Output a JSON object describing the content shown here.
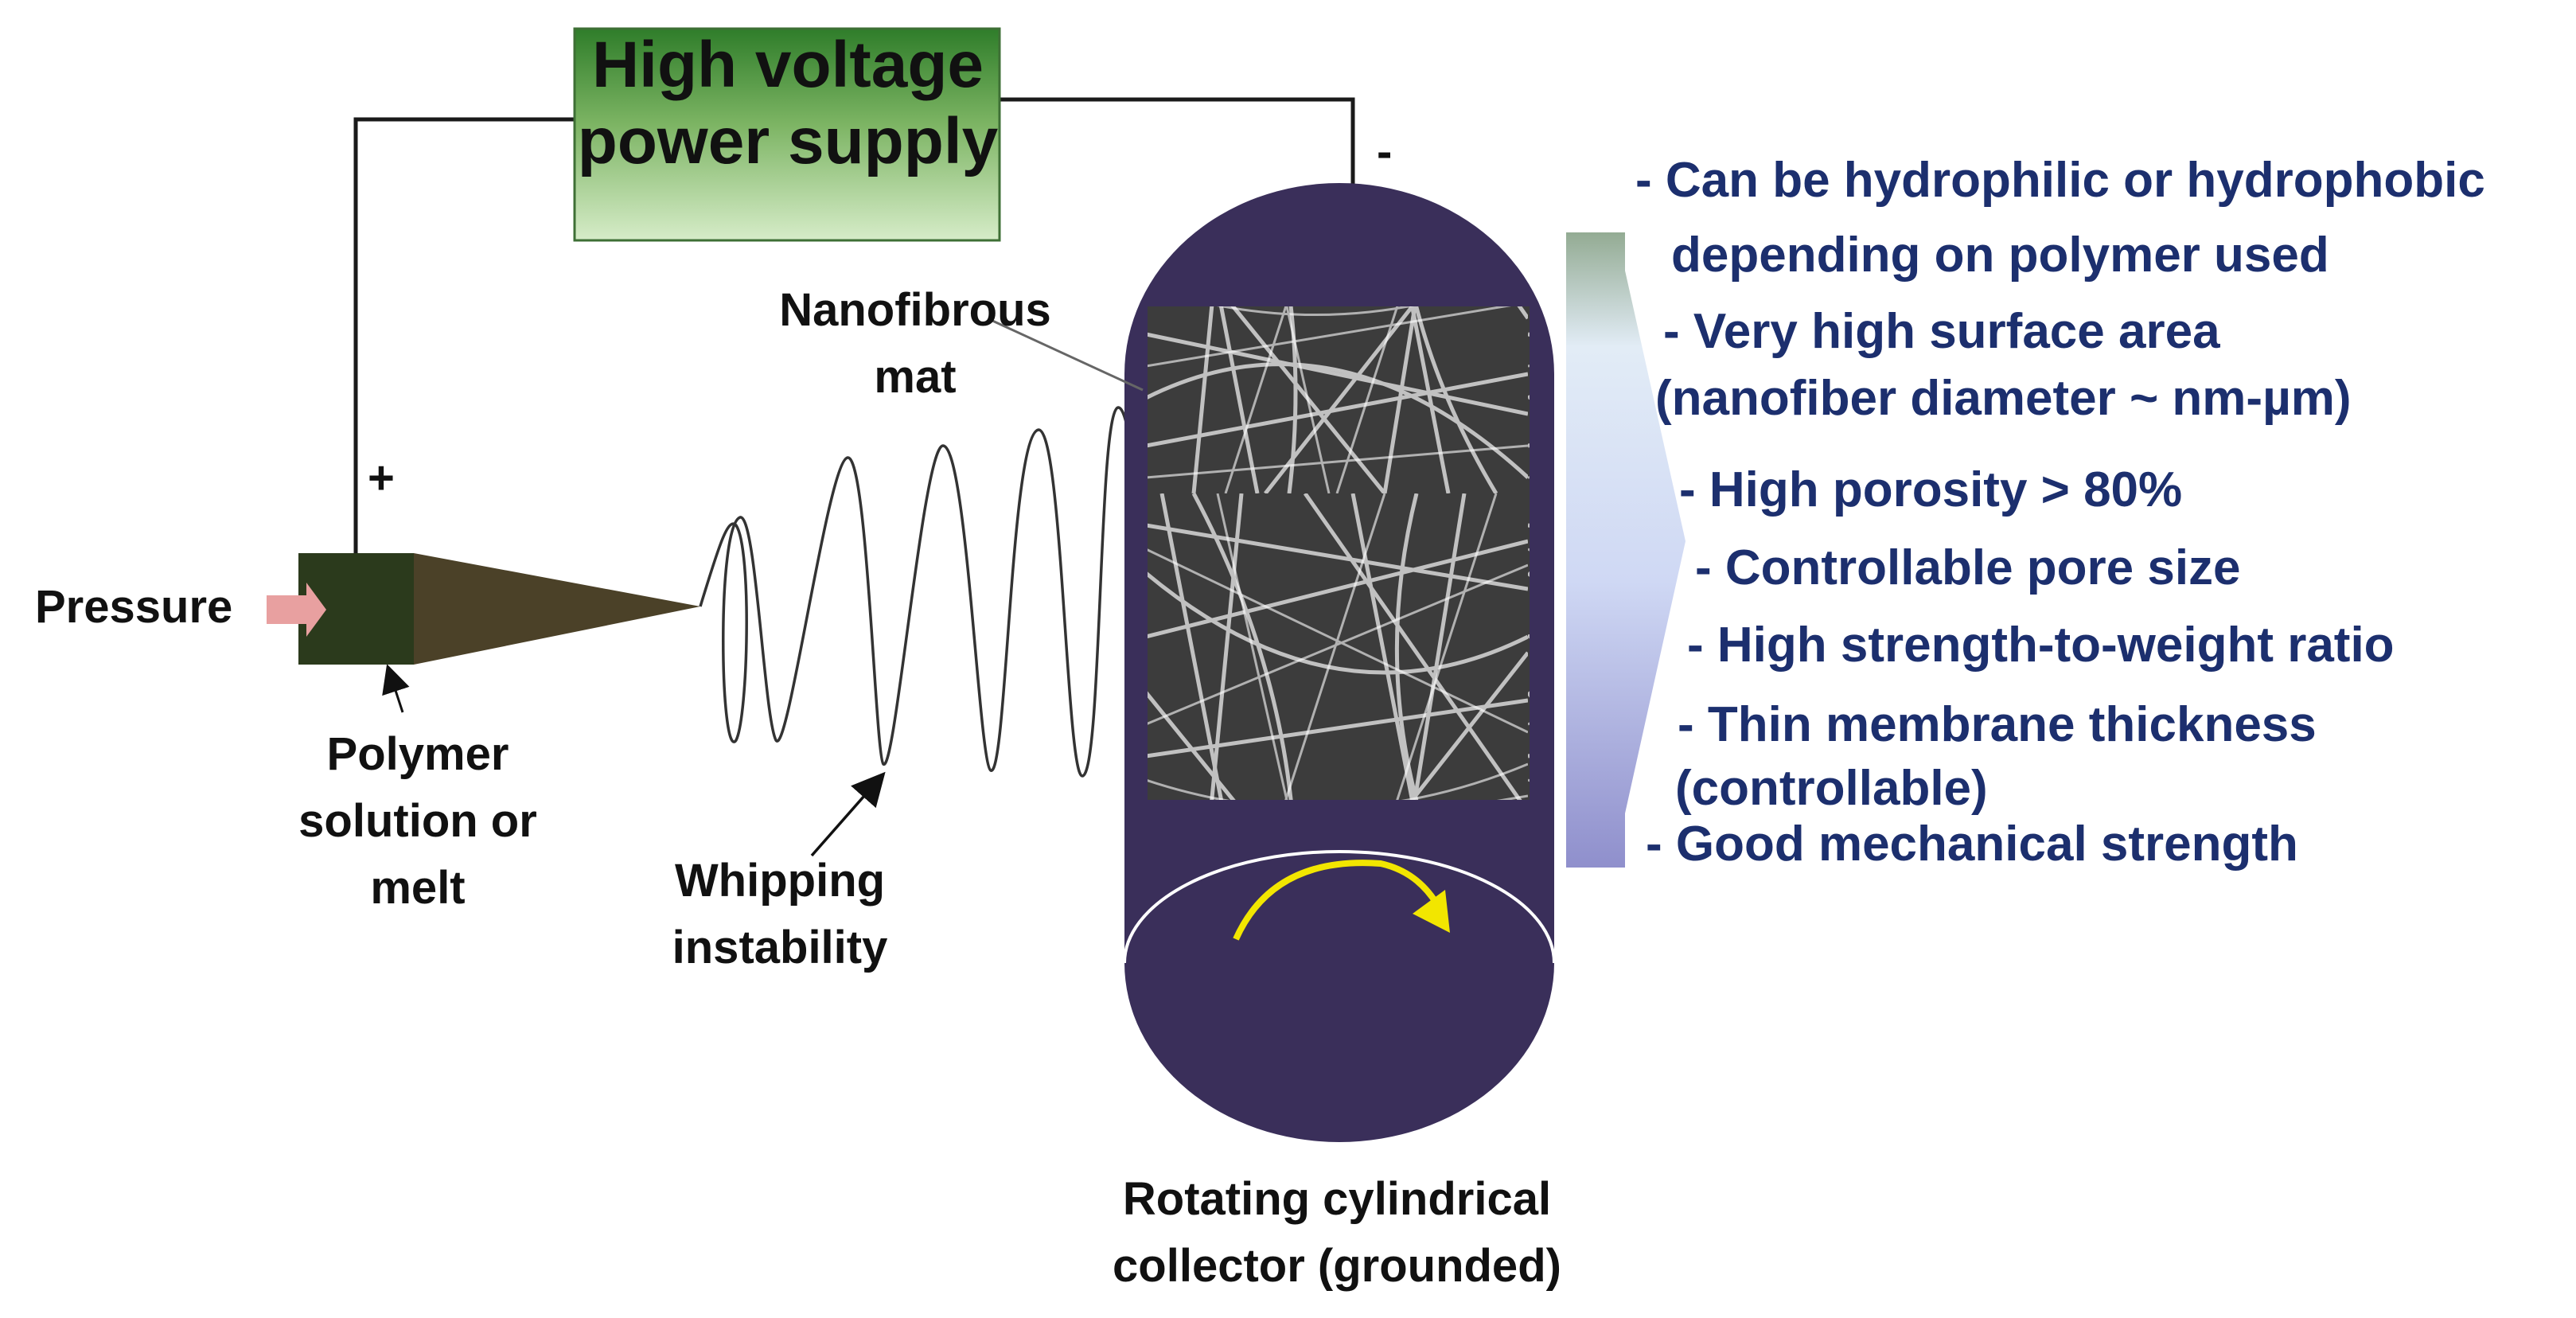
{
  "power_supply": {
    "line1": "High voltage",
    "line2": "power supply"
  },
  "polarity": {
    "positive": "+",
    "negative": "-"
  },
  "labels": {
    "pressure": "Pressure",
    "polymer_line1": "Polymer",
    "polymer_line2": "solution or",
    "polymer_line3": "melt",
    "whipping_line1": "Whipping",
    "whipping_line2": "instability",
    "mat_line1": "Nanofibrous",
    "mat_line2": "mat",
    "collector_line1": "Rotating cylindrical",
    "collector_line2": "collector (grounded)"
  },
  "properties": [
    "- Can be hydrophilic or hydrophobic",
    "depending on polymer used",
    "- Very high surface area",
    "(nanofiber diameter ~ nm-µm)",
    "- High porosity > 80%",
    "- Controllable pore size",
    "- High strength-to-weight ratio",
    "- Thin membrane thickness",
    "(controllable)",
    "- Good mechanical strength"
  ],
  "colors": {
    "power_supply_top": "#2f7d2a",
    "power_supply_bottom": "#cfe6bf",
    "syringe_body": "#2b3a1c",
    "needle": "#4b4128",
    "collector": "#3a2f5a",
    "pressure_arrow": "#e8a0a0",
    "rotation_arrow": "#f2e600",
    "property_text": "#1c2f6e",
    "gradient_arrow_top": "#8fa88f",
    "gradient_arrow_bottom": "#8f8fcc"
  }
}
